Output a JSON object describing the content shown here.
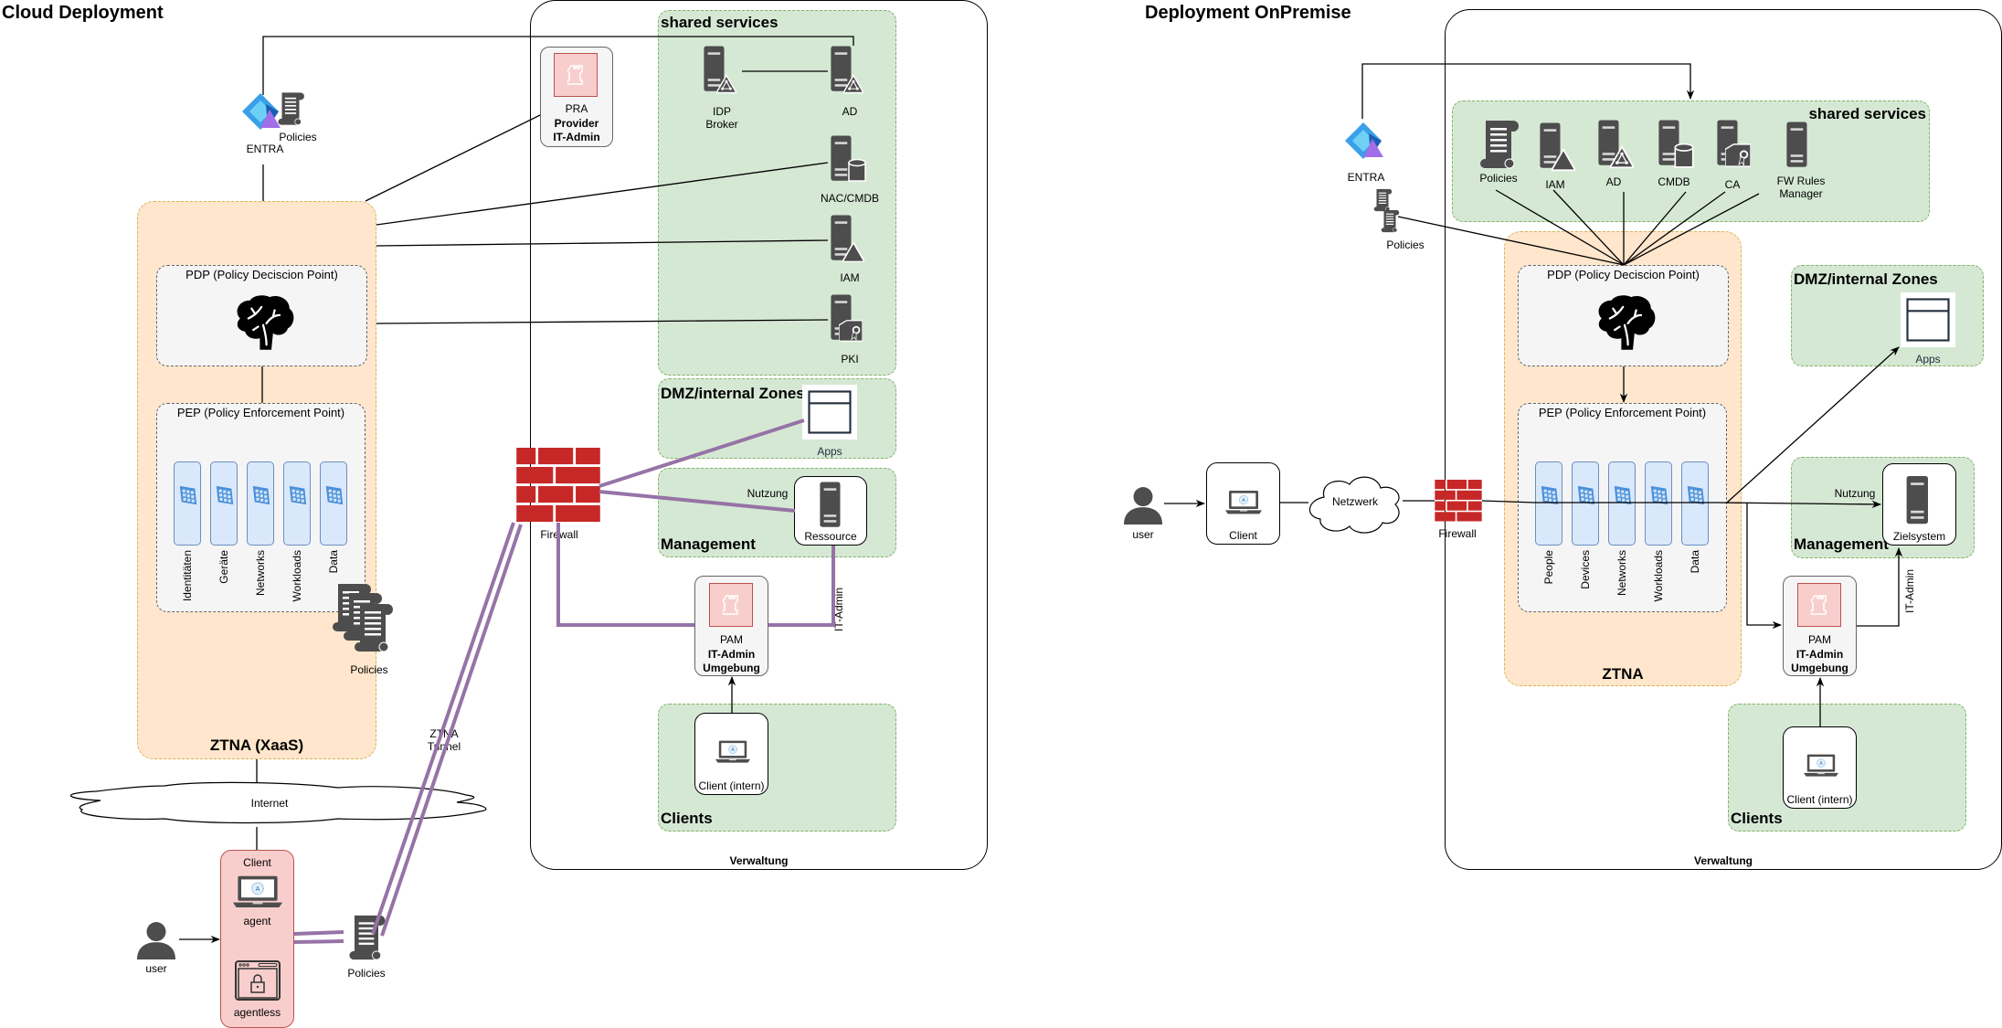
{
  "cloud": {
    "title": "Cloud Deployment",
    "entra": {
      "label": "ENTRA",
      "policies_label": "Policies"
    },
    "pra": {
      "line1": "PRA",
      "line2": "Provider",
      "line3": "IT-Admin"
    },
    "ztna": {
      "title": "ZTNA (XaaS)",
      "pdp_title": "PDP (Policy Deciscion Point)",
      "pep_title": "PEP (Policy Enforcement Point)",
      "pillars": [
        "Identitäten",
        "Geräte",
        "Networks",
        "Workloads",
        "Data"
      ],
      "policies_label": "Policies"
    },
    "internet_label": "Internet",
    "client": {
      "title": "Client",
      "agent_label": "agent",
      "agentless_label": "agentless"
    },
    "user_label": "user",
    "tunnel_policies_label": "Policies",
    "tunnel_label_1": "ZTNA",
    "tunnel_label_2": "Tunnel",
    "firewall_label": "Firewall",
    "verwaltung": {
      "title": "Verwaltung",
      "shared_services": {
        "title": "shared services",
        "items": [
          {
            "name": "idp-broker",
            "label1": "IDP",
            "label2": "Broker"
          },
          {
            "name": "ad",
            "label1": "AD"
          },
          {
            "name": "nac-cmdb",
            "label1": "NAC/CMDB"
          },
          {
            "name": "iam",
            "label1": "IAM"
          },
          {
            "name": "pki",
            "label1": "PKI"
          }
        ]
      },
      "dmz": {
        "title": "DMZ/internal Zones",
        "apps_label": "Apps"
      },
      "management": {
        "title": "Management",
        "resource_label": "Ressource",
        "usage_label": "Nutzung"
      },
      "pam": {
        "line1": "PAM",
        "line2": "IT-Admin",
        "line3": "Umgebung"
      },
      "it_admin_label": "IT-Admin",
      "clients": {
        "title": "Clients",
        "client_label": "Client (intern)"
      }
    }
  },
  "onprem": {
    "title": "Deployment OnPremise",
    "entra": {
      "label": "ENTRA",
      "policies_label": "Policies"
    },
    "user_label": "user",
    "client_label": "Client",
    "network_label": "Netzwerk",
    "firewall_label": "Firewall",
    "verwaltung": {
      "title": "Verwaltung",
      "shared_services": {
        "title": "shared services",
        "items": [
          {
            "name": "policies",
            "label1": "Policies"
          },
          {
            "name": "iam",
            "label1": "IAM"
          },
          {
            "name": "ad",
            "label1": "AD"
          },
          {
            "name": "cmdb",
            "label1": "CMDB"
          },
          {
            "name": "ca",
            "label1": "CA"
          },
          {
            "name": "fw-rules-manager",
            "label1": "FW Rules",
            "label2": "Manager"
          }
        ]
      },
      "ztna": {
        "title": "ZTNA",
        "pdp_title": "PDP (Policy Deciscion Point)",
        "pep_title": "PEP (Policy Enforcement Point)",
        "pillars": [
          "People",
          "Devices",
          "Networks",
          "Workloads",
          "Data"
        ]
      },
      "dmz": {
        "title": "DMZ/internal Zones",
        "apps_label": "Apps"
      },
      "management": {
        "title": "Management",
        "resource_label": "Zielsystem",
        "usage_label": "Nutzung"
      },
      "pam": {
        "line1": "PAM",
        "line2": "IT-Admin",
        "line3": "Umgebung"
      },
      "it_admin_label": "IT-Admin",
      "clients": {
        "title": "Clients",
        "client_label": "Client (intern)"
      }
    }
  },
  "colors": {
    "zone_green": "#d5e8d4",
    "ztna_orange": "#ffe6cc",
    "firewall_red": "#c62828",
    "tunnel_purple": "#9673a6",
    "icon_dark": "#4d4d4d"
  }
}
